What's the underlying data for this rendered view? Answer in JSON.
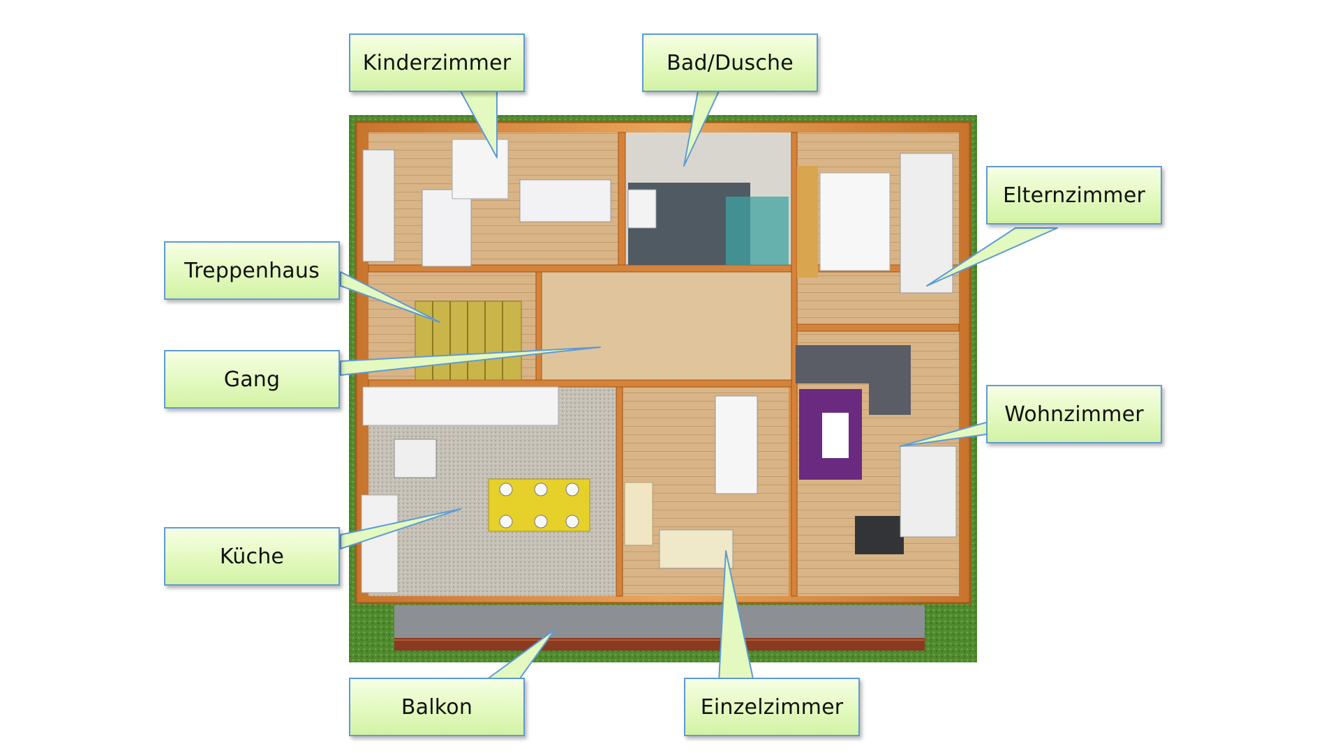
{
  "labels": {
    "kinderzimmer": "Kinderzimmer",
    "bad_dusche": "Bad/Dusche",
    "elternzimmer": "Elternzimmer",
    "treppenhaus": "Treppenhaus",
    "gang": "Gang",
    "wohnzimmer": "Wohnzimmer",
    "kueche": "Küche",
    "balkon": "Balkon",
    "einzelzimmer": "Einzelzimmer"
  },
  "colors": {
    "callout_fill": "#e3f9bf",
    "callout_border": "#5e9ad6",
    "wood_wall": "#d98a3a",
    "floor": "#d9b585",
    "lawn": "#4f8a2e",
    "balcony_railing": "#8a3a20"
  }
}
